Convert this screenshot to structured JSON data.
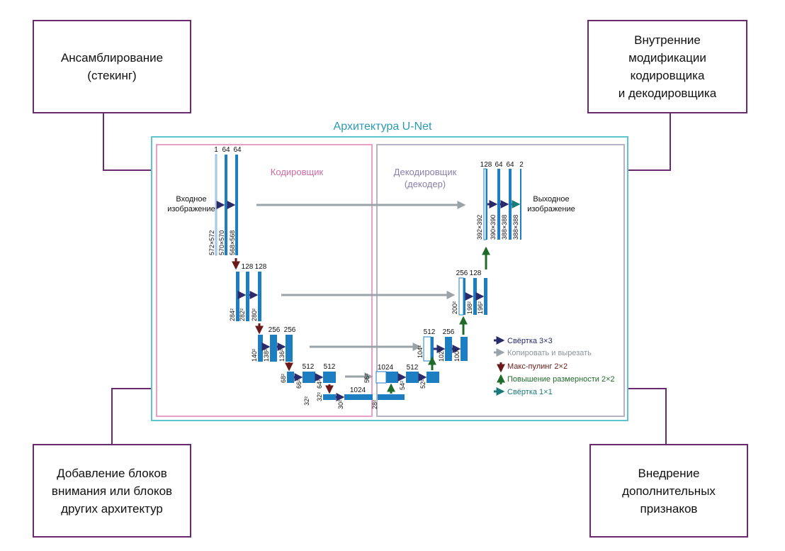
{
  "corner_boxes": {
    "top_left": "Ансамблирование\n(стекинг)",
    "top_right": "Внутренние\nмодификации\nкодировщика\nи декодировщика",
    "bottom_left": "Добавление блоков\nвнимания или блоков\nдругих архитектур",
    "bottom_right": "Внедрение\nдополнительных\nпризнаков"
  },
  "unet": {
    "title": "Архитектура U-Net",
    "encoder_label": "Кодировщик",
    "decoder_label_1": "Декодировщик",
    "decoder_label_2": "(декодер)",
    "input_label_1": "Входное",
    "input_label_2": "изображение",
    "output_label_1": "Выходное",
    "output_label_2": "изображение",
    "channels": {
      "l1": [
        "1",
        "64",
        "64"
      ],
      "l2": [
        "128",
        "128"
      ],
      "l3": [
        "256",
        "256"
      ],
      "l4": [
        "512",
        "512"
      ],
      "l5": [
        "1024"
      ],
      "d4": [
        "1024",
        "512"
      ],
      "d3": [
        "512",
        "256"
      ],
      "d2": [
        "256",
        "128"
      ],
      "d1": [
        "128",
        "64",
        "64",
        "2"
      ]
    },
    "sizes": {
      "l1": [
        "572×572",
        "570×570",
        "568×568"
      ],
      "l2": [
        "284²",
        "282²",
        "280²"
      ],
      "l3": [
        "140²",
        "138²",
        "136²"
      ],
      "l4": [
        "68²",
        "66²",
        "64²"
      ],
      "l5": [
        "32²",
        "32²",
        "30²",
        "28²"
      ],
      "d4": [
        "56²",
        "54²",
        "52²"
      ],
      "d3": [
        "104²",
        "102²",
        "100²"
      ],
      "d2": [
        "200²",
        "198²",
        "196²"
      ],
      "d1": [
        "392×392",
        "390×390",
        "388×388",
        "388×388"
      ]
    }
  },
  "legend": [
    {
      "label": "Свёртка 3×3",
      "color": "#2b2a6b",
      "icon": "arrow-right-icon"
    },
    {
      "label": "Копировать и вырезать",
      "color": "#9aa4a8",
      "icon": "arrow-right-icon"
    },
    {
      "label": "Макс-пулинг 2×2",
      "color": "#6b1a1a",
      "icon": "arrow-down-icon"
    },
    {
      "label": "Повышение размерности 2×2",
      "color": "#1f6b2a",
      "icon": "arrow-up-icon"
    },
    {
      "label": "Свёртка 1×1",
      "color": "#1a7a78",
      "icon": "arrow-right-icon"
    }
  ],
  "colors": {
    "box_border": "#6a2a6e",
    "unet_frame": "#5fc4cf",
    "encoder_frame": "#e8a0c8",
    "decoder_frame": "#b7b2c8",
    "feature_map": "#1d7fc1"
  }
}
